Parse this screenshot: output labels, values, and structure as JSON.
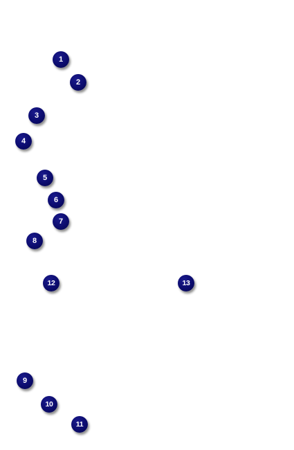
{
  "markers": [
    {
      "id": "1",
      "label": "1"
    },
    {
      "id": "2",
      "label": "2"
    },
    {
      "id": "3",
      "label": "3"
    },
    {
      "id": "4",
      "label": "4"
    },
    {
      "id": "5",
      "label": "5"
    },
    {
      "id": "6",
      "label": "6"
    },
    {
      "id": "7",
      "label": "7"
    },
    {
      "id": "8",
      "label": "8"
    },
    {
      "id": "12",
      "label": "12"
    },
    {
      "id": "13",
      "label": "13"
    },
    {
      "id": "9",
      "label": "9"
    },
    {
      "id": "10",
      "label": "10"
    },
    {
      "id": "11",
      "label": "11"
    }
  ],
  "colors": {
    "marker_fill": "#0c0c6e",
    "marker_text": "#ffffff",
    "background": "#ffffff"
  }
}
